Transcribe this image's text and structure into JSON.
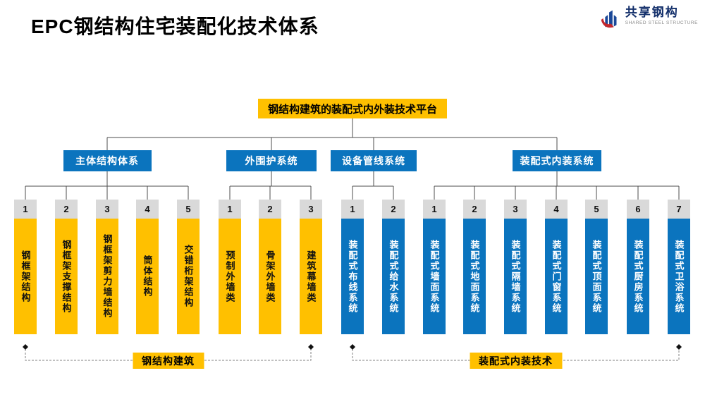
{
  "header": {
    "title": "EPC钢结构住宅装配化技术体系",
    "logo": {
      "name": "共享钢构",
      "subtitle": "SHARED STEEL STRUCTURE"
    }
  },
  "colors": {
    "yellow": "#FFC000",
    "blue": "#0B74BE",
    "gray": "#D9D9D9",
    "line": "#4d4d4d",
    "dashed": "#808080",
    "logo_blue": "#1B4898",
    "logo_red": "#C1272D"
  },
  "chart": {
    "root": "钢结构建筑的装配式内外装技术平台",
    "groups": [
      {
        "parent": "主体结构体系",
        "style": "yellow",
        "bars": [
          {
            "num": "1",
            "label": "钢框架结构"
          },
          {
            "num": "2",
            "label": "钢框架支撑结构"
          },
          {
            "num": "3",
            "label": "钢框架剪力墙结构"
          },
          {
            "num": "4",
            "label": "筒体结构"
          },
          {
            "num": "5",
            "label": "交错桁架结构"
          }
        ]
      },
      {
        "parent": "外围护系统",
        "style": "yellow",
        "bars": [
          {
            "num": "1",
            "label": "预制外墙类"
          },
          {
            "num": "2",
            "label": "骨架外墙类"
          },
          {
            "num": "3",
            "label": "建筑幕墙类"
          }
        ]
      },
      {
        "parent": "设备管线系统",
        "style": "blue",
        "bars": [
          {
            "num": "1",
            "label": "装配式布线系统"
          },
          {
            "num": "2",
            "label": "装配式给水系统"
          }
        ]
      },
      {
        "parent": "装配式内装系统",
        "style": "blue",
        "bars": [
          {
            "num": "1",
            "label": "装配式墙面系统"
          },
          {
            "num": "2",
            "label": "装配式地面系统"
          },
          {
            "num": "3",
            "label": "装配式隔墙系统"
          },
          {
            "num": "4",
            "label": "装配式门窗系统"
          },
          {
            "num": "5",
            "label": "装配式顶面系统"
          },
          {
            "num": "6",
            "label": "装配式厨房系统"
          },
          {
            "num": "7",
            "label": "装配式卫浴系统"
          }
        ]
      }
    ],
    "brackets": [
      {
        "label": "钢结构建筑"
      },
      {
        "label": "装配式内装技术"
      }
    ]
  }
}
